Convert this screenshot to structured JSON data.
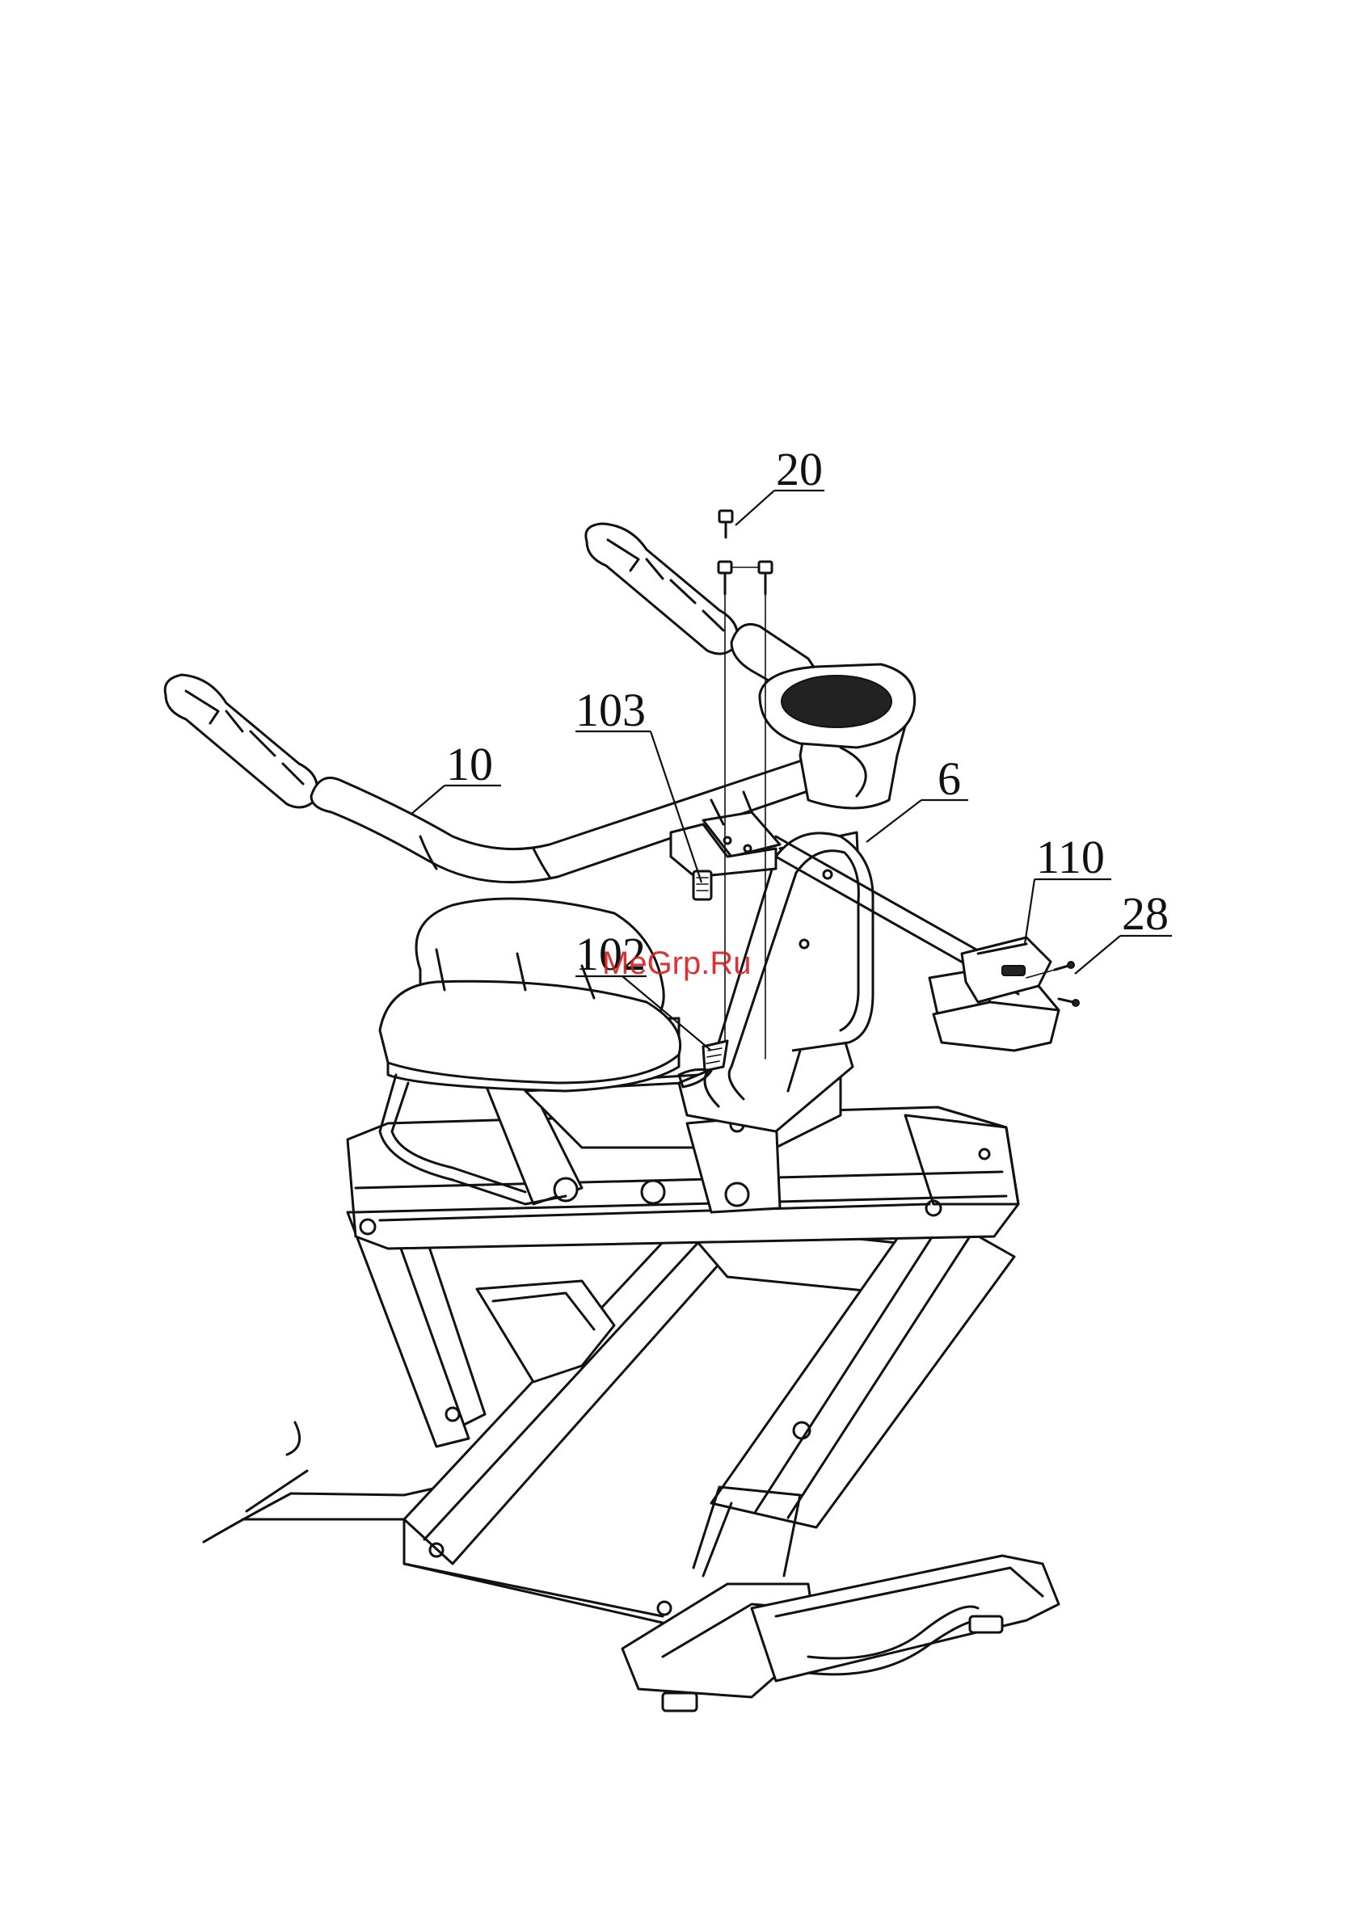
{
  "callouts": [
    {
      "id": "20",
      "label": "20"
    },
    {
      "id": "103",
      "label": "103"
    },
    {
      "id": "10",
      "label": "10"
    },
    {
      "id": "6",
      "label": "6"
    },
    {
      "id": "110",
      "label": "110"
    },
    {
      "id": "28",
      "label": "28"
    },
    {
      "id": "102",
      "label": "102"
    }
  ],
  "watermark": "MeGrp.Ru"
}
